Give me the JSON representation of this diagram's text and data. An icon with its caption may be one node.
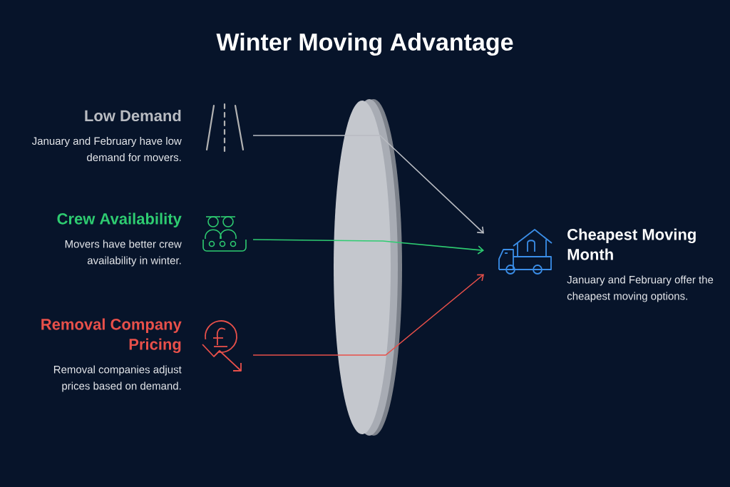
{
  "diagram": {
    "title": "Winter Moving Advantage",
    "nodes": [
      {
        "text": [
          "Low Demand",
          "January and February have low demand for movers."
        ]
      },
      {
        "text": [
          "Crew Availability",
          "Movers have better crew availability in winter."
        ]
      },
      {
        "text": [
          "Removal Company Pricing",
          "Removal companies adjust prices based on demand."
        ]
      },
      {
        "text": [
          "Cheapest Moving Month",
          "January and February offer the cheapest moving options."
        ]
      }
    ],
    "edges": [
      {
        "from": 0,
        "to": 3,
        "arrow": "to",
        "color": "#b9bcc2"
      },
      {
        "from": 1,
        "to": 3,
        "arrow": "to",
        "color": "#2ecc71"
      },
      {
        "from": 2,
        "to": 3,
        "arrow": "to",
        "color": "#e8504a"
      }
    ]
  }
}
